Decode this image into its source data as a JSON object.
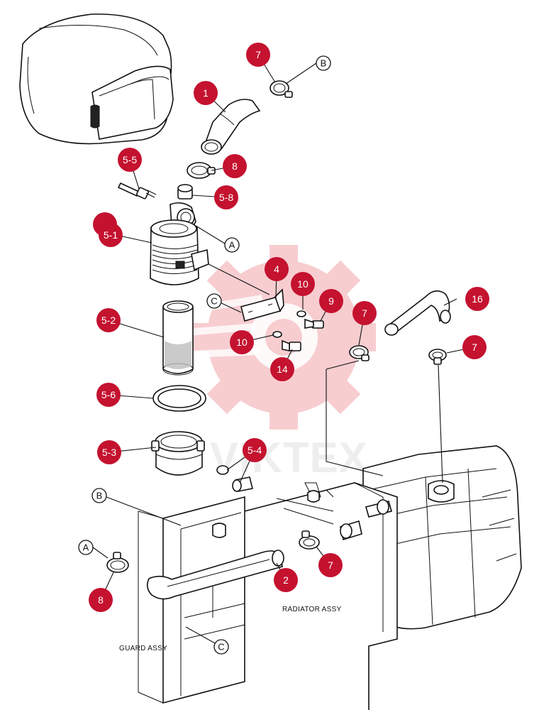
{
  "watermark": {
    "text": "VIKTEX",
    "color": "#f6c5c8"
  },
  "colors": {
    "callout": "#c4122f",
    "line": "#111111"
  },
  "callouts": [
    {
      "id": "c1",
      "label": "1"
    },
    {
      "id": "c7a",
      "label": "7"
    },
    {
      "id": "c55",
      "label": "5-5"
    },
    {
      "id": "c8a",
      "label": "8"
    },
    {
      "id": "c58",
      "label": "5-8"
    },
    {
      "id": "c5",
      "label": ""
    },
    {
      "id": "c51",
      "label": "5-1"
    },
    {
      "id": "c4",
      "label": "4"
    },
    {
      "id": "c10a",
      "label": "10"
    },
    {
      "id": "c9",
      "label": "9"
    },
    {
      "id": "c7b",
      "label": "7"
    },
    {
      "id": "c16",
      "label": "16"
    },
    {
      "id": "c52",
      "label": "5-2"
    },
    {
      "id": "c10b",
      "label": "10"
    },
    {
      "id": "c14",
      "label": "14"
    },
    {
      "id": "c7c",
      "label": "7"
    },
    {
      "id": "c56",
      "label": "5-6"
    },
    {
      "id": "c53",
      "label": "5-3"
    },
    {
      "id": "c54",
      "label": "5-4"
    },
    {
      "id": "c7d",
      "label": "7"
    },
    {
      "id": "c2",
      "label": "2"
    },
    {
      "id": "c8b",
      "label": "8"
    }
  ],
  "refs": [
    {
      "id": "rB1",
      "label": "B"
    },
    {
      "id": "rA1",
      "label": "A"
    },
    {
      "id": "rC1",
      "label": "C"
    },
    {
      "id": "rB2",
      "label": "B"
    },
    {
      "id": "rA2",
      "label": "A"
    },
    {
      "id": "rC2",
      "label": "C"
    }
  ],
  "labels": {
    "radiator": "RADIATOR ASSY",
    "guard": "GUARD ASSY"
  }
}
